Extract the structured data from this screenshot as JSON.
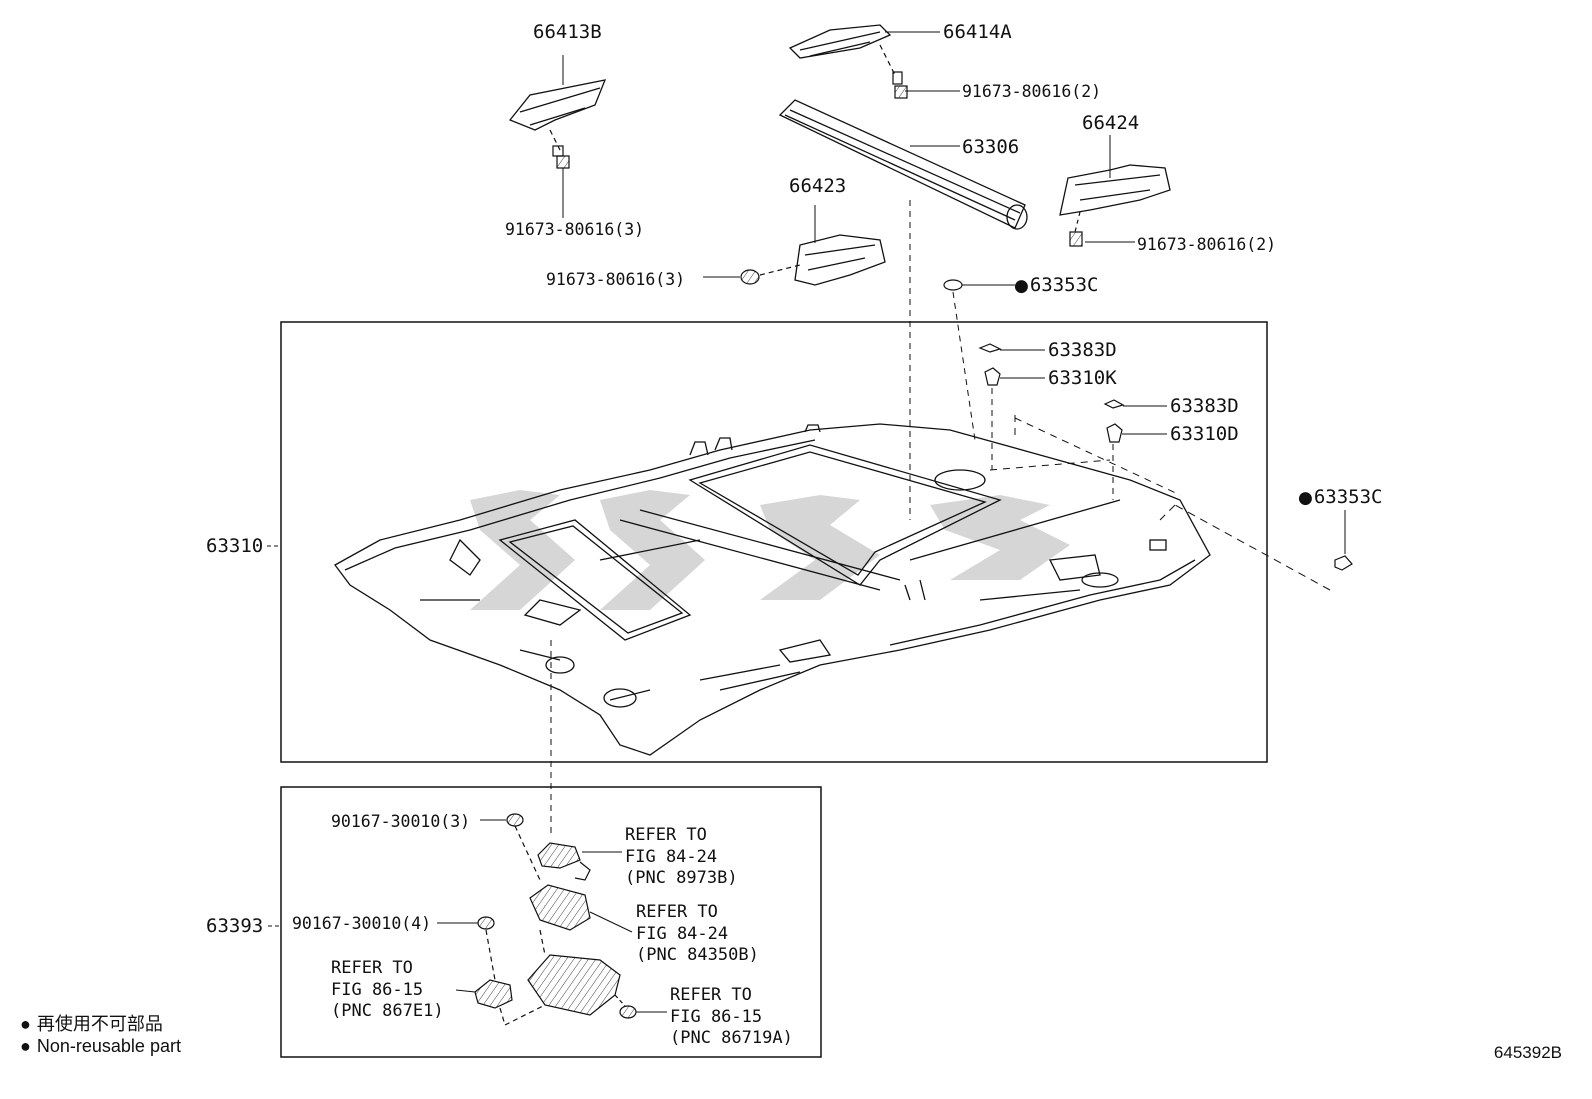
{
  "labels": {
    "p66413B": "66413B",
    "p66414A": "66414A",
    "p91673_a": "91673-80616(2)",
    "p63306": "63306",
    "p66424": "66424",
    "p66423": "66423",
    "p91673_b": "91673-80616(3)",
    "p91673_c": "91673-80616(3)",
    "p91673_d": "91673-80616(2)",
    "p63353C_top": "63353C",
    "p63383D_a": "63383D",
    "p63310K": "63310K",
    "p63383D_b": "63383D",
    "p63310D": "63310D",
    "p63353C_right": "63353C",
    "p63310": "63310",
    "p90167_3": "90167-30010(3)",
    "p63393": "63393",
    "p90167_4": "90167-30010(4)"
  },
  "refs": {
    "r1": "REFER TO\nFIG 84-24\n(PNC 8973B)",
    "r2": "REFER TO\nFIG 84-24\n(PNC 84350B)",
    "r3": "REFER TO\nFIG 86-15\n(PNC 867E1)",
    "r4": "REFER TO\nFIG 86-15\n(PNC 86719A)"
  },
  "legend": {
    "bullet": "●",
    "line1": "再使用不可部品",
    "line2": "Non-reusable part"
  },
  "figure_id": "645392B",
  "colors": {
    "ink": "#111111",
    "watermark": "#c8c8c8",
    "background": "#ffffff"
  }
}
